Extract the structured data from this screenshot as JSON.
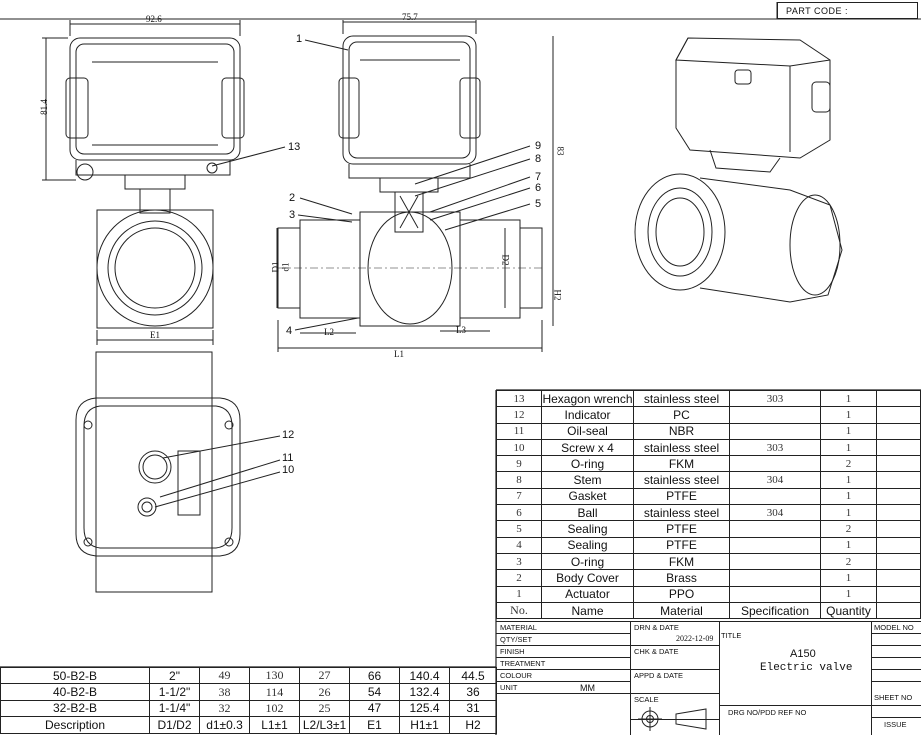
{
  "part_code_label": "PART CODE :",
  "dimensions_top": {
    "width_left": "92.6",
    "height_left": "81.4",
    "width_mid": "75.7",
    "height_mid": "83",
    "e1": "E1",
    "l1": "L1",
    "l2": "L2",
    "l3": "L3",
    "d1": "D1",
    "d1_small": "d1",
    "d2": "D2",
    "h2": "H2"
  },
  "callouts": [
    "1",
    "2",
    "3",
    "4",
    "5",
    "6",
    "7",
    "8",
    "9",
    "10",
    "11",
    "12",
    "13"
  ],
  "parts": {
    "rows": [
      {
        "no": "13",
        "name": "Hexagon wrench",
        "material": "stainless steel",
        "spec": "303",
        "qty": "1"
      },
      {
        "no": "12",
        "name": "Indicator",
        "material": "PC",
        "spec": "",
        "qty": "1"
      },
      {
        "no": "11",
        "name": "Oil-seal",
        "material": "NBR",
        "spec": "",
        "qty": "1"
      },
      {
        "no": "10",
        "name": "Screw x 4",
        "material": "stainless steel",
        "spec": "303",
        "qty": "1"
      },
      {
        "no": "9",
        "name": "O-ring",
        "material": "FKM",
        "spec": "",
        "qty": "2"
      },
      {
        "no": "8",
        "name": "Stem",
        "material": "stainless steel",
        "spec": "304",
        "qty": "1"
      },
      {
        "no": "7",
        "name": "Gasket",
        "material": "PTFE",
        "spec": "",
        "qty": "1"
      },
      {
        "no": "6",
        "name": "Ball",
        "material": "stainless steel",
        "spec": "304",
        "qty": "1"
      },
      {
        "no": "5",
        "name": "Sealing",
        "material": "PTFE",
        "spec": "",
        "qty": "2"
      },
      {
        "no": "4",
        "name": "Sealing",
        "material": "PTFE",
        "spec": "",
        "qty": "1"
      },
      {
        "no": "3",
        "name": "O-ring",
        "material": "FKM",
        "spec": "",
        "qty": "2"
      },
      {
        "no": "2",
        "name": "Body Cover",
        "material": "Brass",
        "spec": "",
        "qty": "1"
      },
      {
        "no": "1",
        "name": "Actuator",
        "material": "PPO",
        "spec": "",
        "qty": "1"
      }
    ],
    "header": {
      "no": "No.",
      "name": "Name",
      "material": "Material",
      "spec": "Specification",
      "qty": "Quantity"
    }
  },
  "dims_table": {
    "rows": [
      [
        "50-B2-B",
        "2\"",
        "49",
        "130",
        "27",
        "66",
        "140.4",
        "44.5"
      ],
      [
        "40-B2-B",
        "1-1/2\"",
        "38",
        "114",
        "26",
        "54",
        "132.4",
        "36"
      ],
      [
        "32-B2-B",
        "1-1/4\"",
        "32",
        "102",
        "25",
        "47",
        "125.4",
        "31"
      ]
    ],
    "header": [
      "Description",
      "D1/D2",
      "d1±0.3",
      "L1±1",
      "L2/L3±1",
      "E1",
      "H1±1",
      "H2"
    ]
  },
  "title_block": {
    "material": "MATERIAL",
    "qty_set": "QTY/SET",
    "finish": "FINISH",
    "treatment": "TREATMENT",
    "colour": "COLOUR",
    "unit": "UNIT",
    "unit_value": "MM",
    "drn_date": "DRN & DATE",
    "drn_date_value": "2022-12-09",
    "chk_date": "CHK & DATE",
    "appd_date": "APPD & DATE",
    "scale": "SCALE",
    "title_label": "TITLE",
    "title_line1": "A150",
    "title_line2": "Electric valve",
    "drg_no": "DRG NO/PDD REF NO",
    "model_no": "MODEL NO",
    "sheet_no": "SHEET NO",
    "issue": "ISSUE"
  }
}
